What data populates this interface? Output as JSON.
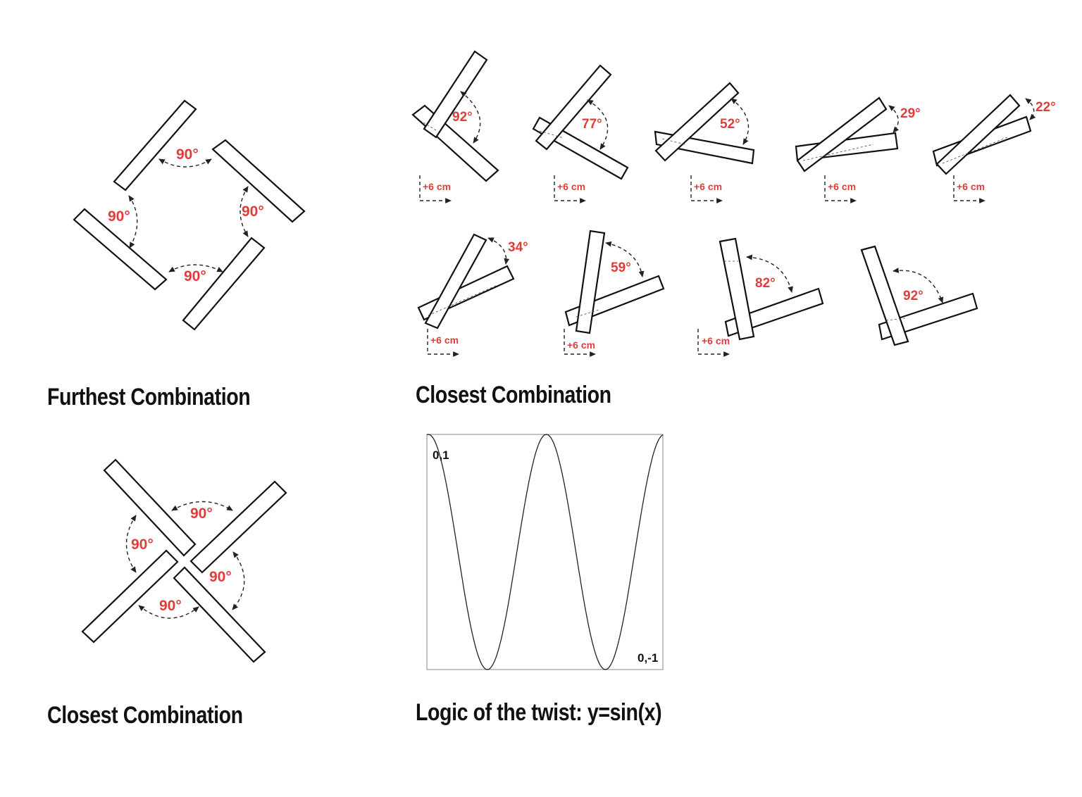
{
  "captions": {
    "furthest": "Furthest Combination",
    "closest_sequence": "Closest Combination",
    "closest_cross": "Closest Combination",
    "twist_logic": "Logic of the twist: y=sin(x)"
  },
  "furthest_angles": [
    "90°",
    "90°",
    "90°",
    "90°"
  ],
  "cross_angles": [
    "90°",
    "90°",
    "90°",
    "90°"
  ],
  "offset_label": "+6 cm",
  "sequence_row1": [
    {
      "angle_label": "92°",
      "offset": "+6 cm"
    },
    {
      "angle_label": "77°",
      "offset": "+6 cm"
    },
    {
      "angle_label": "52°",
      "offset": "+6 cm"
    },
    {
      "angle_label": "29°",
      "offset": "+6 cm"
    },
    {
      "angle_label": "22°",
      "offset": "+6 cm"
    }
  ],
  "sequence_row2": [
    {
      "angle_label": "34°",
      "offset": "+6 cm"
    },
    {
      "angle_label": "59°",
      "offset": "+6 cm"
    },
    {
      "angle_label": "82°",
      "offset": "+6 cm"
    },
    {
      "angle_label": "92°",
      "offset": ""
    }
  ],
  "twist_plot": {
    "top_left_label": "0,1",
    "bottom_right_label": "0,-1",
    "curve": "y=sin(x)"
  },
  "colors": {
    "accent": "#e03c3c",
    "ink": "#111111",
    "background": "#ffffff"
  }
}
